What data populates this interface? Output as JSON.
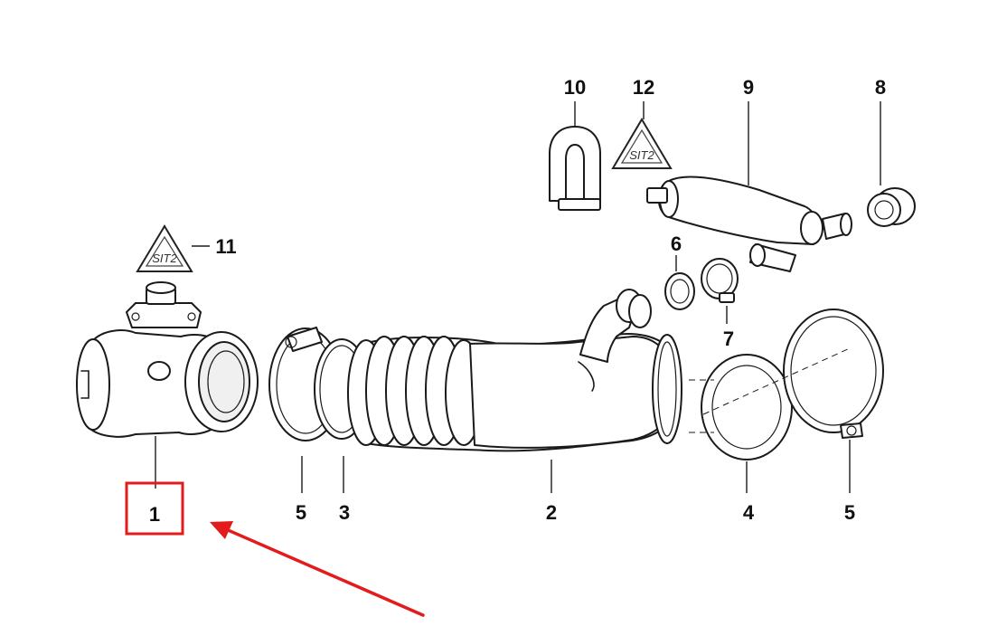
{
  "labels": {
    "p1": "1",
    "p2": "2",
    "p3": "3",
    "p4": "4",
    "p5a": "5",
    "p5b": "5",
    "p6": "6",
    "p7": "7",
    "p8": "8",
    "p9": "9",
    "p10": "10",
    "p11": "11",
    "p12": "12"
  },
  "warning_symbol_text": "SIT2",
  "highlight": {
    "target_part": "1",
    "box_color": "#e31b1b",
    "arrow_color": "#e31b1b"
  }
}
